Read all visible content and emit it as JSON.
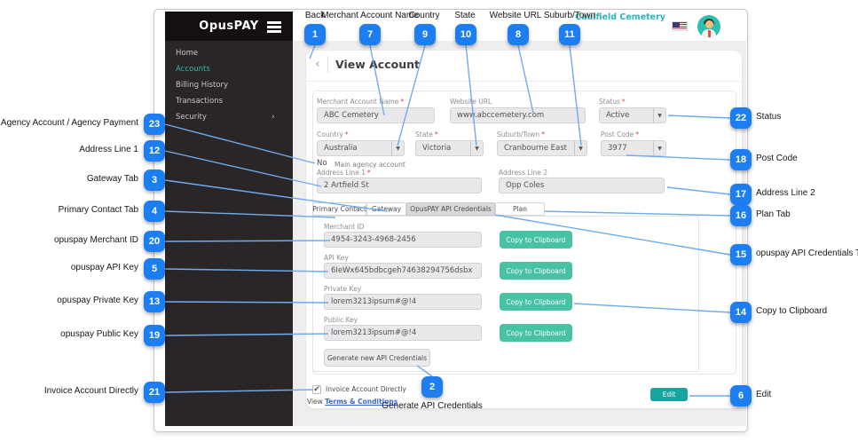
{
  "ui": {
    "required_marker": "*",
    "dropdown_arrow": "▼",
    "back_chevron": "‹",
    "side_chevron": "›",
    "checkbox_check": "✔"
  },
  "colors": {
    "badge_blue": "#1d7ef2",
    "connector_blue": "#6fabef",
    "copy_button_green": "#47c2a2",
    "edit_button_teal": "#18a5a2",
    "brand_teal": "#2bb3c0",
    "sidebar_active_teal": "#2fb8ab",
    "link_blue": "#3a66d6",
    "required_red": "#e0443a"
  },
  "annotations": {
    "top": [
      {
        "num": "1",
        "label": "Back"
      },
      {
        "num": "7",
        "label": "Merchant Account Name"
      },
      {
        "num": "9",
        "label": "Country"
      },
      {
        "num": "10",
        "label": "State"
      },
      {
        "num": "8",
        "label": "Website URL"
      },
      {
        "num": "11",
        "label": "Suburb/Town"
      }
    ],
    "left": [
      {
        "num": "23",
        "label": "Main Agency Account / Agency Payment"
      },
      {
        "num": "12",
        "label": "Address Line 1"
      },
      {
        "num": "3",
        "label": "Gateway Tab"
      },
      {
        "num": "4",
        "label": "Primary Contact Tab"
      },
      {
        "num": "20",
        "label": "opuspay Merchant ID"
      },
      {
        "num": "5",
        "label": "opuspay API Key"
      },
      {
        "num": "13",
        "label": "opuspay Private Key"
      },
      {
        "num": "19",
        "label": "opuspay Public Key"
      },
      {
        "num": "21",
        "label": "Invoice Account Directly"
      }
    ],
    "right": [
      {
        "num": "22",
        "label": "Status"
      },
      {
        "num": "18",
        "label": "Post Code"
      },
      {
        "num": "17",
        "label": "Address Line 2"
      },
      {
        "num": "16",
        "label": "Plan Tab"
      },
      {
        "num": "15",
        "label": "opuspay API Credentials Tab"
      },
      {
        "num": "14",
        "label": "Copy to Clipboard"
      },
      {
        "num": "6",
        "label": "Edit"
      }
    ],
    "bottom": [
      {
        "num": "2",
        "label": "Generate API Credentials"
      }
    ]
  },
  "app": {
    "sidebar": {
      "logo": "OpusPAY",
      "items": [
        {
          "label": "Home"
        },
        {
          "label": "Accounts"
        },
        {
          "label": "Billing History"
        },
        {
          "label": "Transactions"
        },
        {
          "label": "Security"
        }
      ]
    },
    "topbar": {
      "account_name": "Caulfield Cemetery"
    },
    "header": {
      "title": "View Account"
    },
    "form": {
      "merchant_account_name": {
        "label": "Merchant Account Name",
        "value": "ABC Cemetery"
      },
      "website_url": {
        "label": "Website URL",
        "value": "www.abccemetery.com"
      },
      "status": {
        "label": "Status",
        "value": "Active"
      },
      "country": {
        "label": "Country",
        "value": "Australia"
      },
      "state": {
        "label": "State",
        "value": "Victoria"
      },
      "suburb": {
        "label": "Suburb/Town",
        "value": "Cranbourne East"
      },
      "postcode": {
        "label": "Post Code",
        "value": "3977"
      },
      "main_agency": {
        "value": "No",
        "note": "Main agency account"
      },
      "address1": {
        "label": "Address Line 1",
        "value": "2 Artfield St"
      },
      "address2": {
        "label": "Address Line 2",
        "value": "Opp Coles"
      }
    },
    "tabs": [
      {
        "label": "Primary Contact"
      },
      {
        "label": "Gateway"
      },
      {
        "label": "OpusPAY API Credentials"
      },
      {
        "label": "Plan"
      }
    ],
    "credentials": {
      "merchant_id": {
        "label": "Merchant ID",
        "value": "4954-3243-4968-2456"
      },
      "api_key": {
        "label": "API Key",
        "value": "6IeWx645bdbcgeh74638294756dsbx"
      },
      "private_key": {
        "label": "Private Key",
        "value": "lorem3213ipsum#@!4"
      },
      "public_key": {
        "label": "Public Key",
        "value": "lorem3213ipsum#@!4"
      },
      "copy_label": "Copy to Clipboard",
      "generate_label": "Generate new API Credentials"
    },
    "footer": {
      "invoice_checkbox_label": "Invoice Account Directly",
      "view_label": "View ",
      "terms_link": "Terms & Conditions",
      "edit_label": "Edit"
    }
  }
}
